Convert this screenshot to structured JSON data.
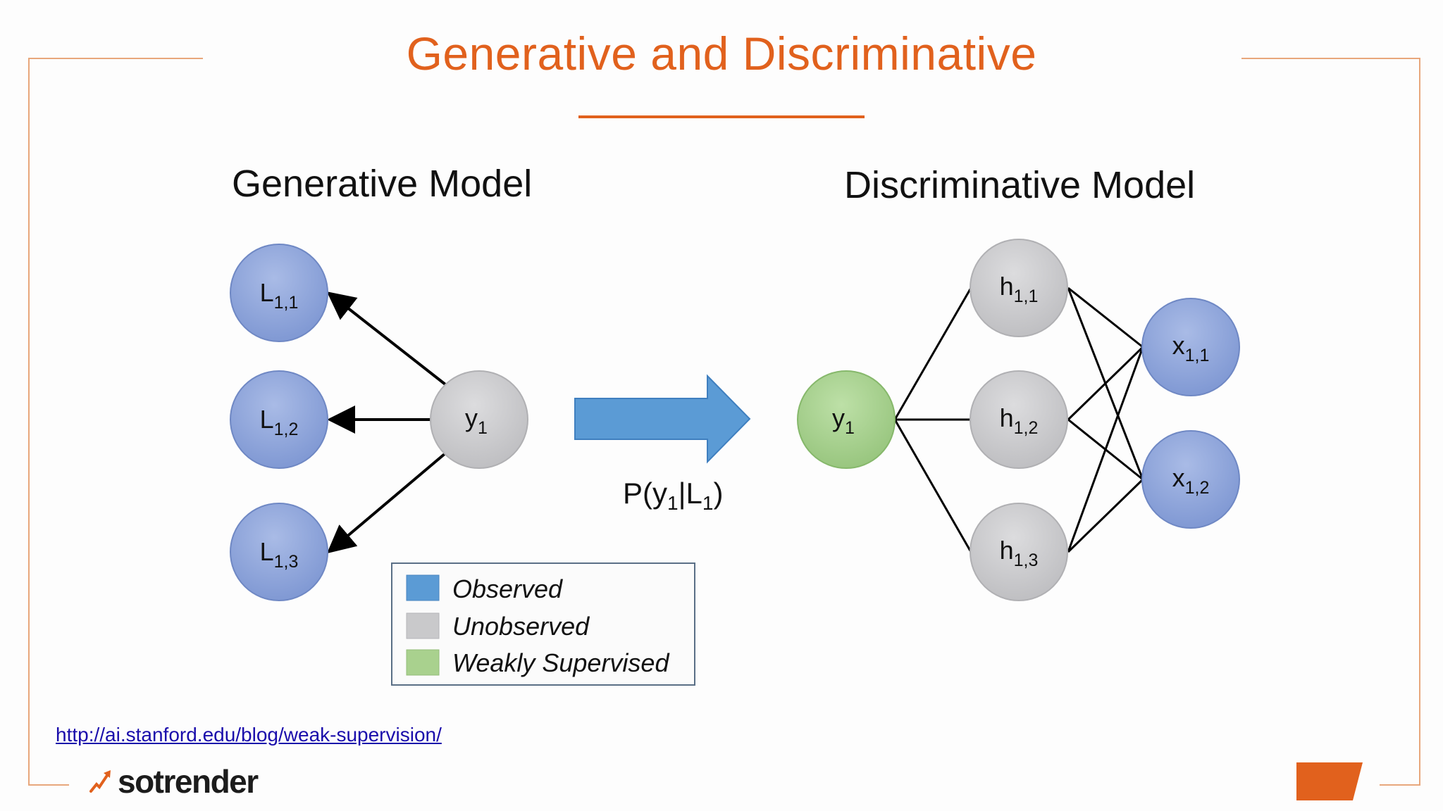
{
  "slide": {
    "title": "Generative and Discriminative",
    "source_link": "http://ai.stanford.edu/blog/weak-supervision/",
    "logo_text": "sotrender"
  },
  "colors": {
    "accent": "#e1611d",
    "observed": "#5b9bd5",
    "unobserved": "#c9c9cb",
    "weakly_supervised": "#a9d18e",
    "label_node": "#8fa5d9"
  },
  "diagram": {
    "generative": {
      "heading": "Generative Model",
      "label_nodes": [
        {
          "base": "L",
          "sub": "1,1"
        },
        {
          "base": "L",
          "sub": "1,2"
        },
        {
          "base": "L",
          "sub": "1,3"
        }
      ],
      "y_node": {
        "base": "y",
        "sub": "1"
      }
    },
    "arrow": {
      "formula_pre": "P(y",
      "formula_sub1": "1",
      "formula_mid": "|L",
      "formula_sub2": "1",
      "formula_post": ")"
    },
    "discriminative": {
      "heading": "Discriminative Model",
      "y_node": {
        "base": "y",
        "sub": "1"
      },
      "hidden_nodes": [
        {
          "base": "h",
          "sub": "1,1"
        },
        {
          "base": "h",
          "sub": "1,2"
        },
        {
          "base": "h",
          "sub": "1,3"
        }
      ],
      "x_nodes": [
        {
          "base": "x",
          "sub": "1,1"
        },
        {
          "base": "x",
          "sub": "1,2"
        }
      ]
    },
    "legend": [
      {
        "label": "Observed",
        "color": "#5b9bd5"
      },
      {
        "label": "Unobserved",
        "color": "#c9c9cb"
      },
      {
        "label": "Weakly Supervised",
        "color": "#a9d18e"
      }
    ]
  }
}
